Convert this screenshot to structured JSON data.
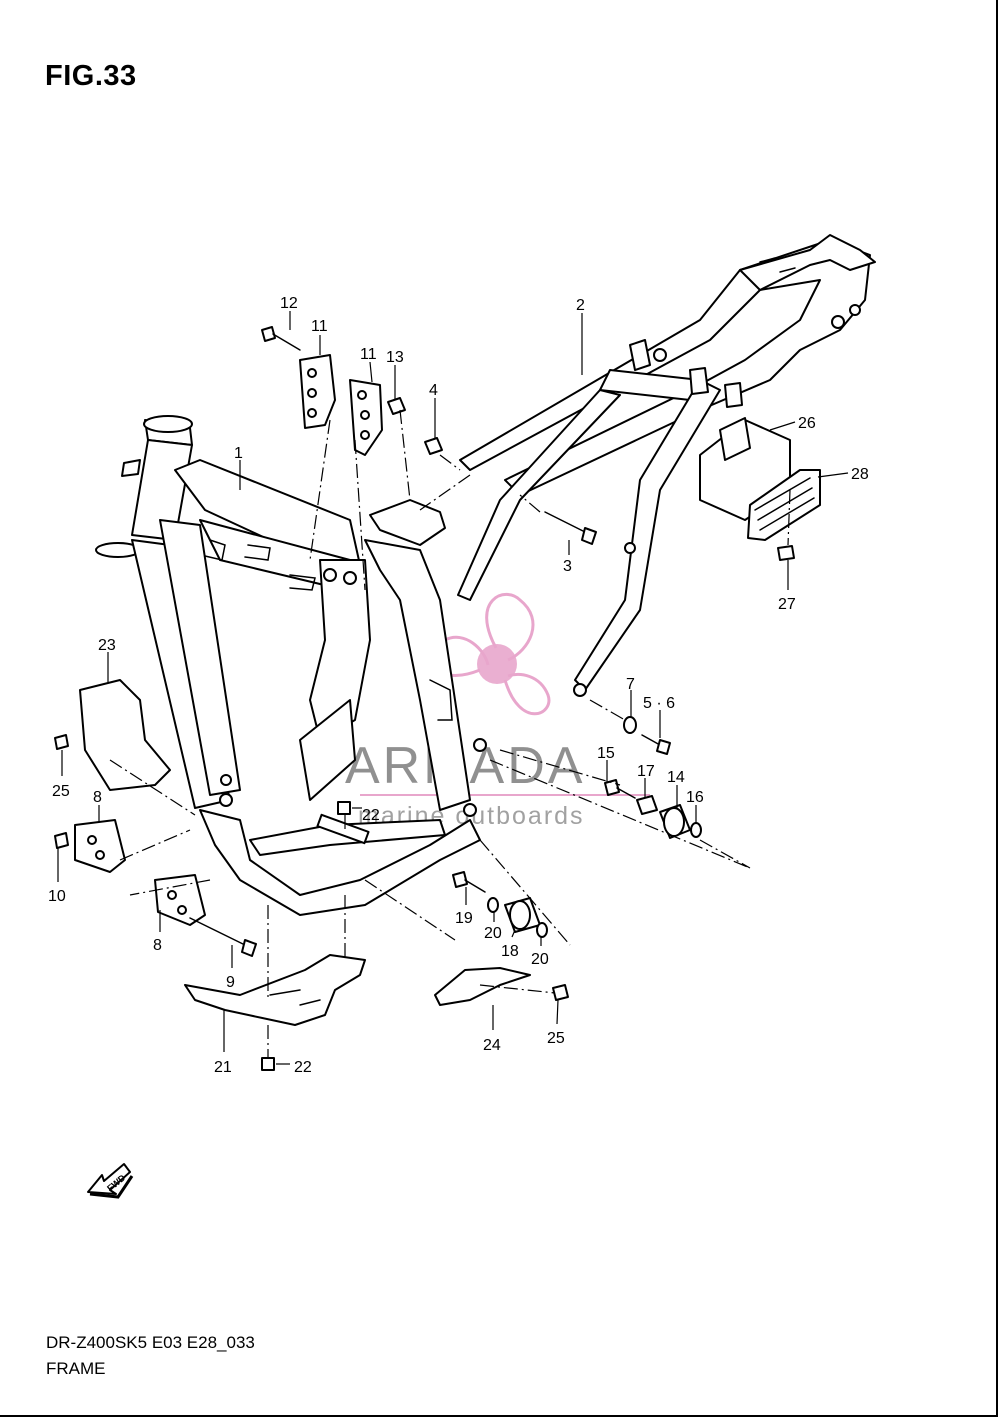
{
  "figure": {
    "title": "FIG.33",
    "code": "DR-Z400SK5 E03 E28_033",
    "name": "FRAME"
  },
  "watermark": {
    "brand": "ARMADA",
    "tagline": "marine outboards",
    "accent_color": "#e8a6cc"
  },
  "direction_badge": "FWD",
  "callouts": [
    "1",
    "2",
    "3",
    "4",
    "5 · 6",
    "7",
    "8",
    "8",
    "9",
    "10",
    "11",
    "11",
    "12",
    "13",
    "14",
    "15",
    "16",
    "17",
    "18",
    "19",
    "20",
    "20",
    "21",
    "22",
    "22",
    "23",
    "24",
    "25",
    "25",
    "26",
    "27",
    "28"
  ]
}
